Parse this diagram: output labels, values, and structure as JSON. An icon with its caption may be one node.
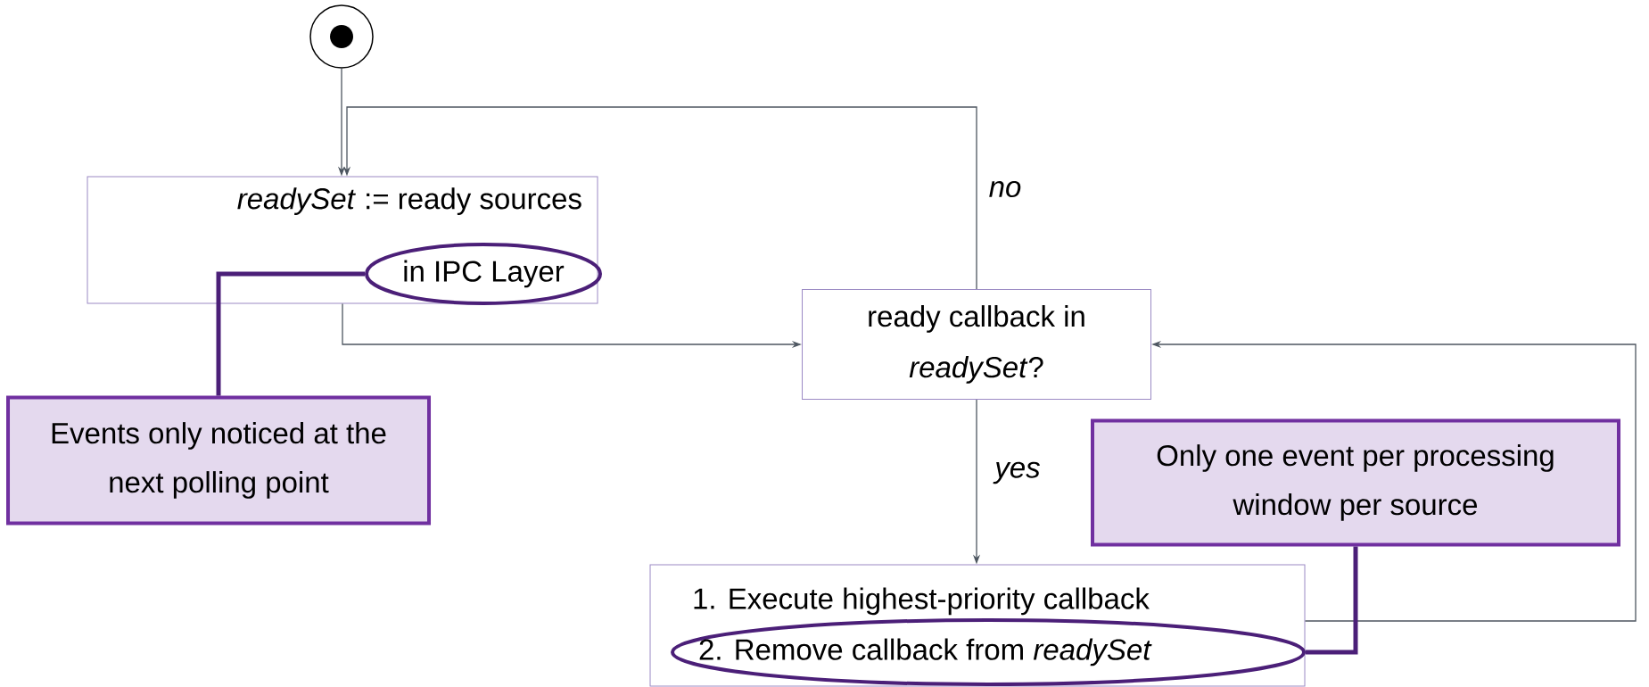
{
  "diagram": {
    "nodes": [
      {
        "text": [],
        "shape": "circle"
      },
      {
        "text": [
          "*readySet* := ready sources"
        ]
      },
      {
        "text": [
          "in IPC Layer"
        ],
        "in": 1
      },
      {
        "text": [
          "Events only noticed at the next polling point"
        ]
      },
      {
        "text": [
          "ready callback in *readySet*?"
        ]
      },
      {
        "text": [
          "Only one event per processing window per source"
        ]
      },
      {
        "text": [
          "1. Execute highest-priority callback"
        ]
      },
      {
        "text": [
          "2. Remove callback from *readySet*"
        ],
        "in": 6
      }
    ],
    "edges": [
      {
        "from": 0,
        "to": 1,
        "arrow": "to"
      },
      {
        "from": 1,
        "to": 4,
        "arrow": "to"
      },
      {
        "from": 4,
        "to": 1,
        "arrow": "to",
        "label": "no"
      },
      {
        "from": 4,
        "to": 6,
        "arrow": "to",
        "label": "yes"
      },
      {
        "from": 6,
        "to": 4,
        "arrow": "to"
      },
      {
        "from": 3,
        "to": 2,
        "arrow": "none",
        "style": "thick",
        "color": "#4b1f78"
      },
      {
        "from": 7,
        "to": 5,
        "arrow": "none",
        "style": "thick",
        "color": "#4b1f78"
      }
    ]
  }
}
